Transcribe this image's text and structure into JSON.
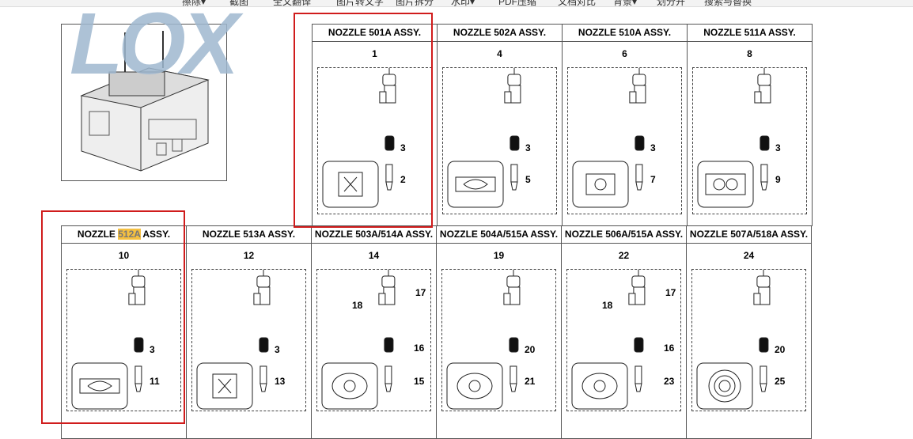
{
  "toolbar": {
    "items": [
      "擦除▾",
      "截图",
      "全文翻译",
      "图片转文字",
      "图片拆分",
      "水印▾",
      "PDF压缩",
      "文档对比",
      "背景▾",
      "划分开",
      "搜索与替换"
    ]
  },
  "watermark": "LOX",
  "top_row": [
    {
      "title": "NOZZLE  501A  ASSY.",
      "num": "1",
      "parts": [
        "3",
        "2"
      ],
      "tip": "cross"
    },
    {
      "title": "NOZZLE  502A  ASSY.",
      "num": "4",
      "parts": [
        "3",
        "5"
      ],
      "tip": "bone"
    },
    {
      "title": "NOZZLE  510A  ASSY.",
      "num": "6",
      "parts": [
        "3",
        "7"
      ],
      "tip": "circle"
    },
    {
      "title": "NOZZLE  511A  ASSY.",
      "num": "8",
      "parts": [
        "3",
        "9"
      ],
      "tip": "double"
    }
  ],
  "bottom_row": [
    {
      "title_pre": "NOZZLE ",
      "title_hl": "512A",
      "title_post": " ASSY.",
      "num": "10",
      "parts": [
        "3",
        "11"
      ]
    },
    {
      "title": "NOZZLE  513A  ASSY.",
      "num": "12",
      "parts": [
        "3",
        "13"
      ]
    },
    {
      "title": "NOZZLE 503A/514A ASSY.",
      "num": "14",
      "parts": [
        "18",
        "17",
        "16",
        "15"
      ]
    },
    {
      "title": "NOZZLE 504A/515A ASSY.",
      "num": "19",
      "parts": [
        "20",
        "21"
      ]
    },
    {
      "title": "NOZZLE 506A/515A ASSY.",
      "num": "22",
      "parts": [
        "18",
        "17",
        "16",
        "23"
      ]
    },
    {
      "title": "NOZZLE 507A/518A ASSY.",
      "num": "24",
      "parts": [
        "20",
        "25"
      ]
    }
  ],
  "colors": {
    "highlight_box": "#d01c1c",
    "search_highlight": "#f5c040"
  }
}
